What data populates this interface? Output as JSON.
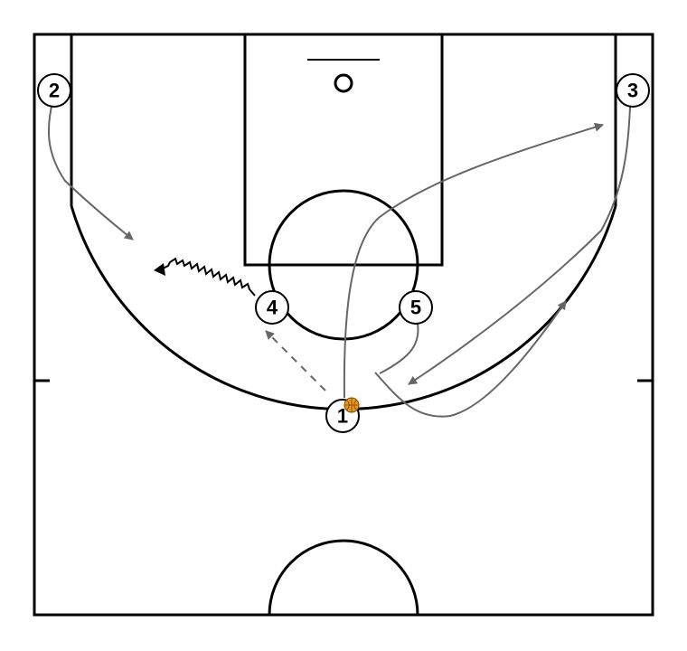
{
  "players": [
    {
      "id": "p1",
      "label": "1",
      "has_ball": true
    },
    {
      "id": "p2",
      "label": "2"
    },
    {
      "id": "p3",
      "label": "3"
    },
    {
      "id": "p4",
      "label": "4"
    },
    {
      "id": "p5",
      "label": "5"
    }
  ],
  "colors": {
    "court_lines": "#000000",
    "movement_arrows": "#666666",
    "ball": "#E8961E"
  }
}
